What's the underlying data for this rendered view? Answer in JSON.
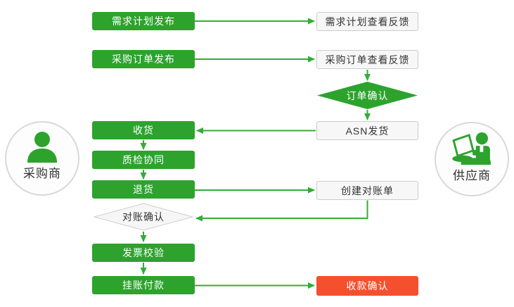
{
  "diagram": {
    "actors": {
      "buyer": {
        "label": "采购商",
        "icon": "person-icon"
      },
      "supplier": {
        "label": "供应商",
        "icon": "person-laptop-icon"
      }
    },
    "buyer_steps": {
      "demand_plan_publish": "需求计划发布",
      "purchase_order_publish": "采购订单发布",
      "receive_goods": "收货",
      "quality_inspection": "质检协同",
      "return_goods": "退货",
      "reconciliation_confirm": "对账确认",
      "invoice_verification": "发票校验",
      "payment_on_account": "挂账付款"
    },
    "supplier_steps": {
      "demand_plan_feedback": "需求计划查看反馈",
      "purchase_order_feedback": "采购订单查看反馈",
      "order_confirm": "订单确认",
      "asn_shipment": "ASN发货",
      "create_statement": "创建对账单",
      "payment_receipt_confirm": "收款确认"
    },
    "colors": {
      "green": "#2da32e",
      "line_green": "#33ad36",
      "red": "#f4502d",
      "box_bg": "#f7f7f7",
      "box_border": "#cccccc",
      "text_dark": "#333333"
    }
  }
}
